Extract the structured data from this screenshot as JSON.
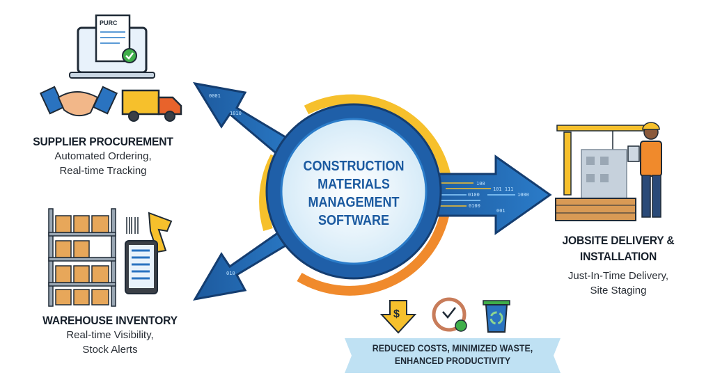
{
  "center": {
    "lines": [
      "CONSTRUCTION",
      "MATERIALS",
      "MANAGEMENT",
      "SOFTWARE"
    ]
  },
  "supplier": {
    "title": "SUPPLIER PROCUREMENT",
    "lines": [
      "Automated Ordering,",
      "Real-time Tracking"
    ],
    "doc_label": "PURC"
  },
  "warehouse": {
    "title": "WAREHOUSE INVENTORY",
    "lines": [
      "Real-time Visibility,",
      "Stock Alerts"
    ]
  },
  "jobsite": {
    "title_lines": [
      "JOBSITE DELIVERY &",
      "INSTALLATION"
    ],
    "lines": [
      "Just-In-Time Delivery,",
      "Site Staging"
    ]
  },
  "benefits": {
    "lines": [
      "REDUCED COSTS, MINIMIZED WASTE,",
      "ENHANCED PRODUCTIVITY"
    ],
    "icons": [
      "dollar-down-icon",
      "clock-check-icon",
      "recycle-bin-icon"
    ]
  },
  "data_stream": [
    "100",
    "101 111",
    "0100",
    "1000",
    "0100",
    "001",
    "0001",
    "1010",
    "010"
  ],
  "colors": {
    "blue_dark": "#1b4f8f",
    "blue": "#2a73c0",
    "yellow": "#f6c02c",
    "orange": "#f08a2c",
    "ribbon": "#bfe1f3"
  }
}
